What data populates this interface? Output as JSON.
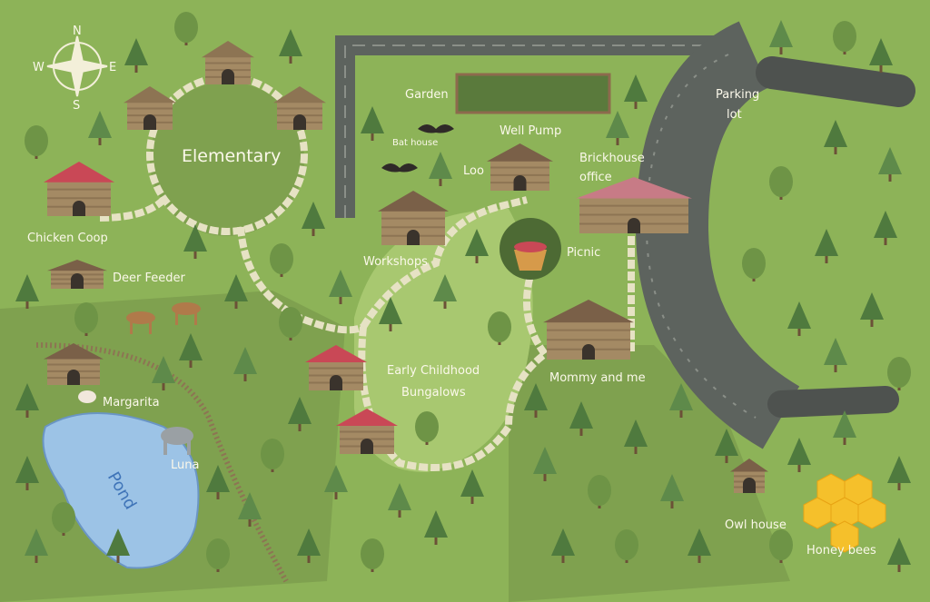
{
  "map": {
    "compass": {
      "n": "N",
      "s": "S",
      "e": "E",
      "w": "W"
    },
    "labels": {
      "elementary": "Elementary",
      "chicken_coop": "Chicken Coop",
      "deer_feeder": "Deer Feeder",
      "garden": "Garden",
      "bat_house": "Bat house",
      "well_pump": "Well Pump",
      "loo": "Loo",
      "brickhouse_office_1": "Brickhouse",
      "brickhouse_office_2": "office",
      "parking_lot_1": "Parking",
      "parking_lot_2": "lot",
      "workshops": "Workshops",
      "picnic": "Picnic",
      "mommy_and_me": "Mommy and me",
      "early_childhood_1": "Early Childhood",
      "early_childhood_2": "Bungalows",
      "margarita": "Margarita",
      "luna": "Luna",
      "pond": "Pond",
      "owl_house": "Owl house",
      "honey_bees": "Honey bees"
    },
    "colors": {
      "grass": "#8db358",
      "light": "#a8c870",
      "dark": "#7a9b4b",
      "road": "#5d635e",
      "path": "#e6e2c4",
      "pond": "#9cc3e6",
      "wood": "#8d7453",
      "roof": "#c94856"
    }
  }
}
